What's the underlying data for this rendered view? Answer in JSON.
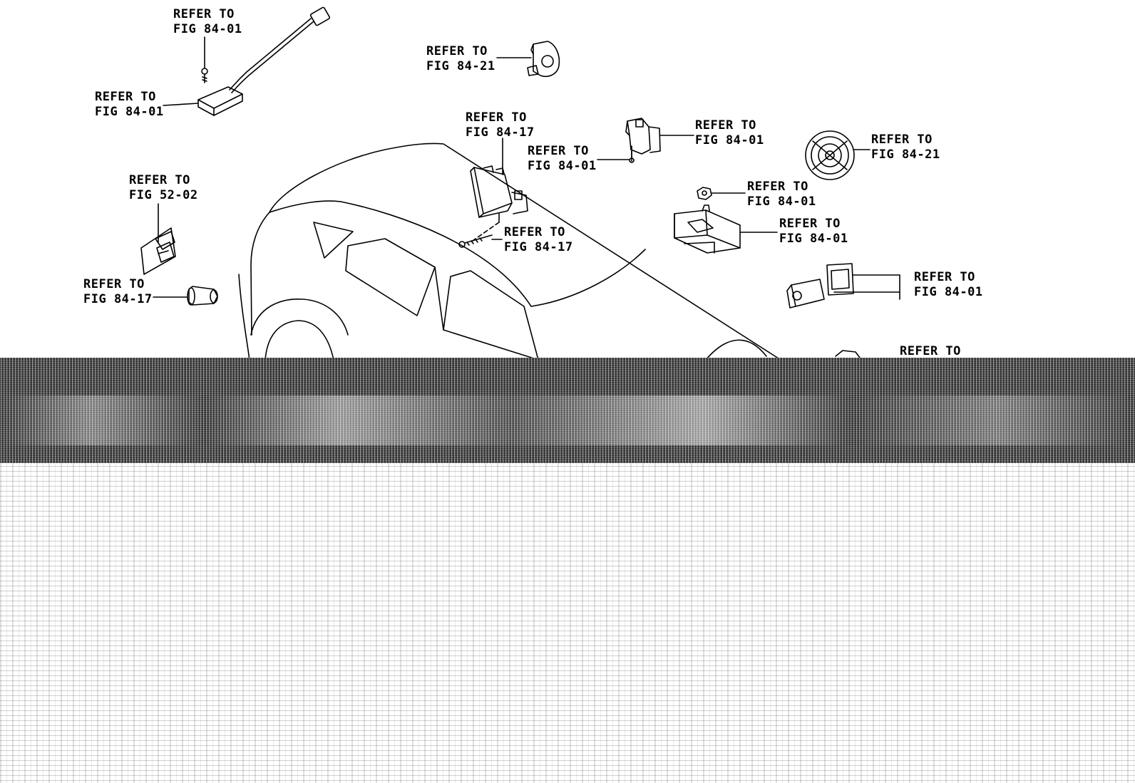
{
  "callouts": [
    {
      "id": "fig-84-01-top-left",
      "line1": "REFER TO",
      "line2": "FIG 84-01"
    },
    {
      "id": "fig-84-01-antenna",
      "line1": "REFER TO",
      "line2": "FIG 84-01"
    },
    {
      "id": "fig-84-21-top",
      "line1": "REFER TO",
      "line2": "FIG 84-21"
    },
    {
      "id": "fig-84-17-module",
      "line1": "REFER TO",
      "line2": "FIG 84-17"
    },
    {
      "id": "fig-84-01-sensor",
      "line1": "REFER TO",
      "line2": "FIG 84-01"
    },
    {
      "id": "fig-84-01-screw",
      "line1": "REFER TO",
      "line2": "FIG 84-01"
    },
    {
      "id": "fig-84-21-horn",
      "line1": "REFER TO",
      "line2": "FIG 84-21"
    },
    {
      "id": "fig-52-02-bracket",
      "line1": "REFER TO",
      "line2": "FIG 52-02"
    },
    {
      "id": "fig-84-01-nut",
      "line1": "REFER TO",
      "line2": "FIG 84-01"
    },
    {
      "id": "fig-84-01-relay",
      "line1": "REFER TO",
      "line2": "FIG 84-01"
    },
    {
      "id": "fig-84-17-bolt",
      "line1": "REFER TO",
      "line2": "FIG 84-17"
    },
    {
      "id": "fig-84-17-plug",
      "line1": "REFER TO",
      "line2": "FIG 84-17"
    },
    {
      "id": "fig-84-01-switch",
      "line1": "REFER TO",
      "line2": "FIG 84-01"
    },
    {
      "id": "cut-off",
      "line1": "REFER TO",
      "line2": ""
    }
  ],
  "colors": {
    "ink": "#000000",
    "paper": "#ffffff",
    "noise": "#6a6a6a"
  }
}
